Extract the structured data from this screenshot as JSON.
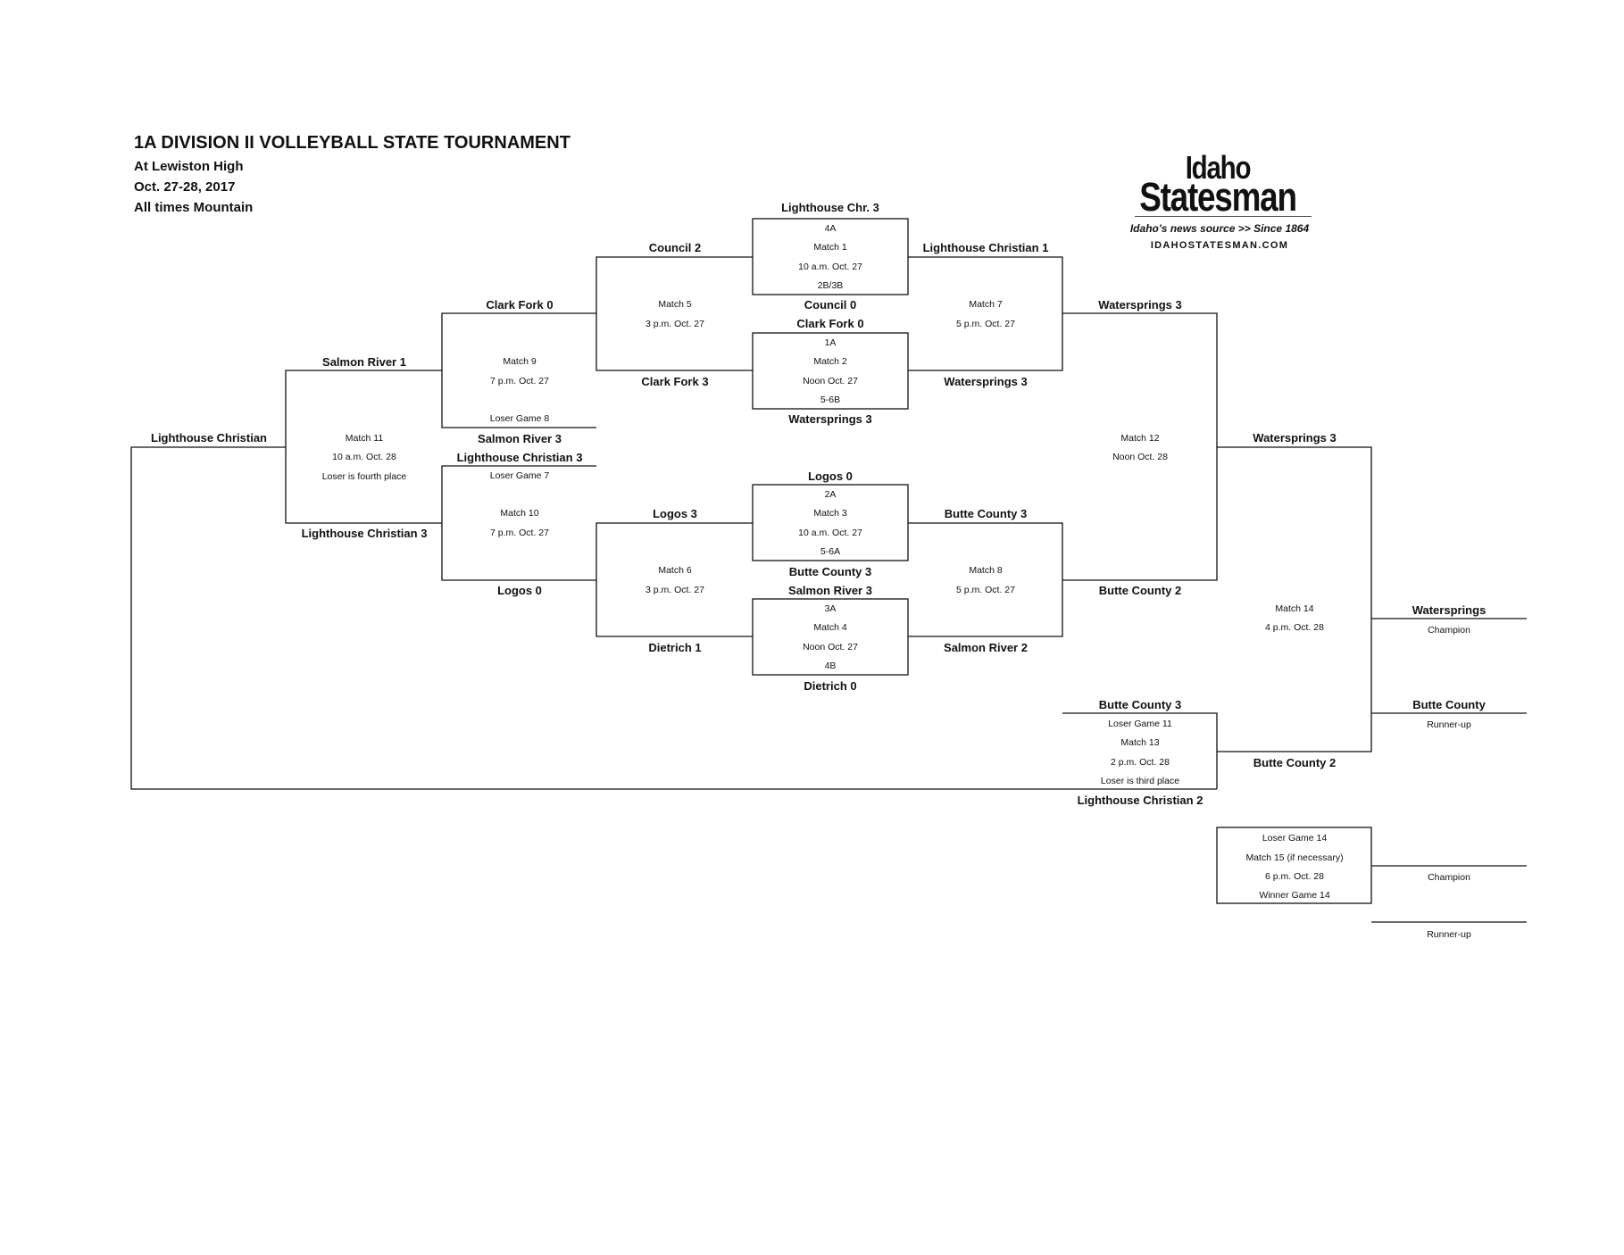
{
  "header": {
    "title": "1A DIVISION II VOLLEYBALL STATE TOURNAMENT",
    "location": "At Lewiston High",
    "dates": "Oct. 27-28, 2017",
    "timezone_note": "All times Mountain"
  },
  "logo": {
    "line1": "Idaho",
    "line2": "Statesman",
    "tagline": "Idaho's news source >> Since 1864",
    "url": "IDAHOSTATESMAN.COM"
  },
  "teams": {
    "m1_top": "Lighthouse Chr. 3",
    "m1_bottom": "Council 0",
    "m2_top": "Clark Fork 0",
    "m2_bottom": "Watersprings 3",
    "m3_top": "Logos 0",
    "m3_bottom": "Butte County 3",
    "m4_top": "Salmon River 3",
    "m4_bottom": "Dietrich 0",
    "m5_top": "Council 2",
    "m5_bottom": "Clark Fork 3",
    "m6_top": "Logos 3",
    "m6_bottom": "Dietrich 1",
    "m7_top": "Lighthouse Christian 1",
    "m7_bottom": "Watersprings 3",
    "m8_top": "Butte County 3",
    "m8_bottom": "Salmon River 2",
    "m9_top": "Clark Fork 0",
    "m9_bottom": "Salmon River 3",
    "m10_top": "Lighthouse Christian 3",
    "m10_bottom": "Logos 0",
    "m11_top": "Salmon River 1",
    "m11_bottom": "Lighthouse Christian 3",
    "m11_winner": "Lighthouse Christian",
    "m12_top": "Watersprings 3",
    "m12_bottom": "Butte County 2",
    "m12_winner": "Watersprings 3",
    "m13_top": "Butte County 3",
    "m13_bottom": "Lighthouse Christian 2",
    "m13_winner": "Butte County 2",
    "champion": "Watersprings",
    "runner_up": "Butte County"
  },
  "matches": {
    "m1": [
      "4A",
      "Match 1",
      "10 a.m. Oct. 27",
      "2B/3B"
    ],
    "m2": [
      "1A",
      "Match 2",
      "Noon Oct. 27",
      "5-6B"
    ],
    "m3": [
      "2A",
      "Match 3",
      "10 a.m. Oct. 27",
      "5-6A"
    ],
    "m4": [
      "3A",
      "Match 4",
      "Noon Oct. 27",
      "4B"
    ],
    "m5": [
      "Match 5",
      "3 p.m. Oct. 27"
    ],
    "m6": [
      "Match 6",
      "3 p.m. Oct. 27"
    ],
    "m7": [
      "Match 7",
      "5 p.m. Oct. 27"
    ],
    "m8": [
      "Match 8",
      "5 p.m. Oct. 27"
    ],
    "m9": [
      "Match 9",
      "7 p.m. Oct. 27"
    ],
    "m9_note": "Loser Game 8",
    "m10_note": "Loser Game 7",
    "m10": [
      "Match 10",
      "7 p.m. Oct. 27"
    ],
    "m11": [
      "Match 11",
      "10 a.m. Oct. 28",
      "Loser is fourth place"
    ],
    "m12": [
      "Match 12",
      "Noon Oct. 28"
    ],
    "m13": [
      "Loser Game 11",
      "Match 13",
      "2 p.m. Oct. 28",
      "Loser is third place"
    ],
    "m14": [
      "Match 14",
      "4 p.m. Oct. 28"
    ],
    "m15": [
      "Loser Game 14",
      "Match 15 (if necessary)",
      "6 p.m. Oct. 28",
      "Winner Game 14"
    ]
  },
  "labels": {
    "champion": "Champion",
    "runner_up": "Runner-up"
  }
}
